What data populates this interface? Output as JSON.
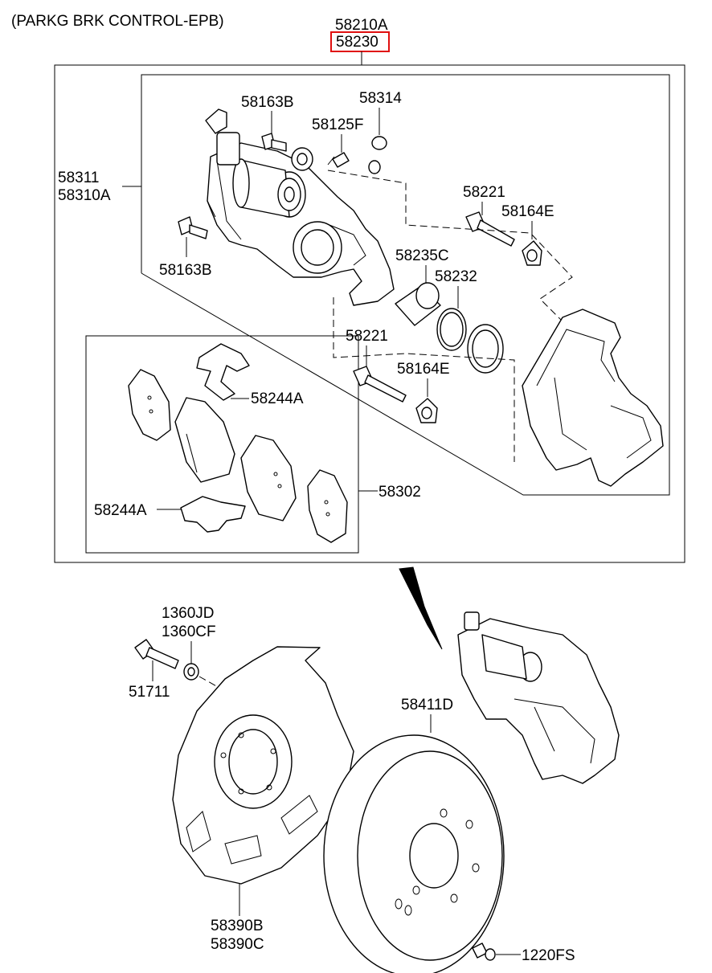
{
  "title": "(PARKG BRK CONTROL-EPB)",
  "callouts": {
    "caliper_assy_a": "58210A",
    "caliper_assy_b": "58230",
    "carrier_a": "58311",
    "carrier_b": "58310A",
    "guide_bolt_upper": "58163B",
    "guide_bolt_lower": "58163B",
    "bleeder_screw": "58125F",
    "bleeder_cap": "58314",
    "guide_pin_upper": "58221",
    "guide_boot_upper": "58164E",
    "piston": "58235C",
    "piston_seal": "58232",
    "guide_pin_lower": "58221",
    "guide_boot_lower": "58164E",
    "pad_spring_upper": "58244A",
    "pad_kit": "58302",
    "pad_spring_lower": "58244A",
    "bolt_a": "1360JD",
    "bolt_b": "1360CF",
    "hub_bolt": "51711",
    "disc": "58411D",
    "dust_cover_a": "58390B",
    "dust_cover_b": "58390C",
    "screw": "1220FS"
  },
  "highlight_color": "#e01010",
  "line_color": "#000000"
}
